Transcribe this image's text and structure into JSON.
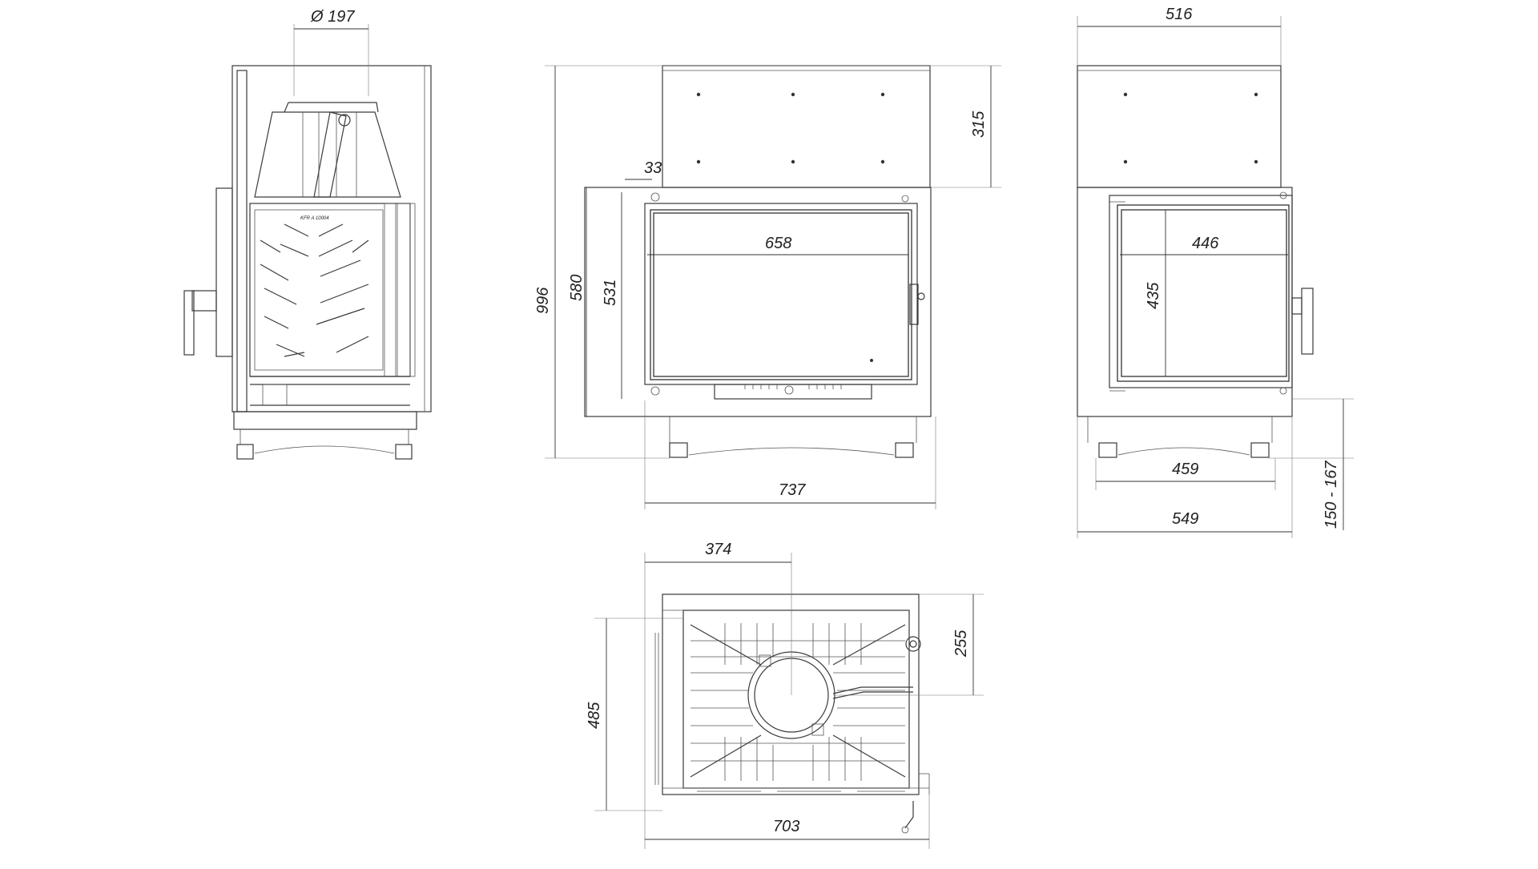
{
  "diagram": {
    "dimensions": {
      "flue_diameter": "Ø 197",
      "total_height": "996",
      "casing_height": "580",
      "door_height": "531",
      "hood_height": "315",
      "door_offset": "33",
      "glass_width_front": "658",
      "front_width": "737",
      "side_top_width": "516",
      "glass_width_side": "446",
      "glass_height_side": "435",
      "side_inner_width": "459",
      "side_total_width": "549",
      "leg_height_range": "150 - 167",
      "flue_offset": "374",
      "flue_depth": "255",
      "plan_depth": "485",
      "plan_width": "703"
    },
    "plate_text": "KFR A 10004"
  },
  "colors": {
    "line": "#3a3a3a",
    "background": "#ffffff"
  }
}
